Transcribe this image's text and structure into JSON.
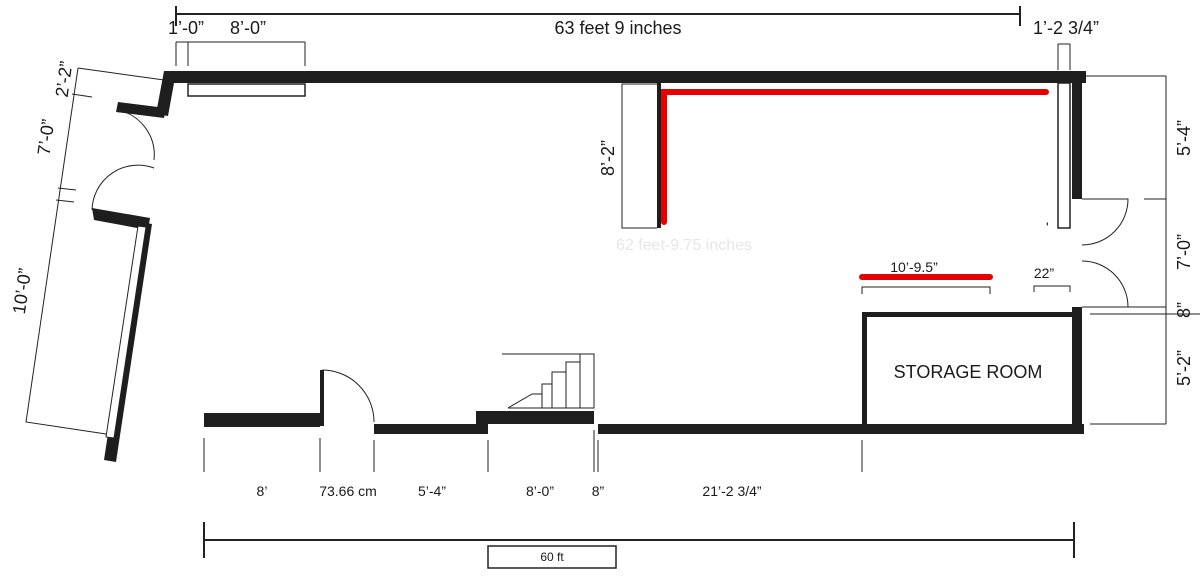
{
  "dimensions": {
    "overall_top": "63 feet 9 inches",
    "top_left_1": "1’-0”",
    "top_left_2": "8’-0”",
    "top_right": "1’-2 3/4”",
    "left_1": "2’-2”",
    "left_2": "7’-0”",
    "left_3": "10’-0”",
    "interior_wall": "8’-2”",
    "ghost_center": "62 feet-9.75 inches",
    "red_segment": "10’-9.5”",
    "door_width": "22”",
    "right_1": "5’-4”",
    "right_2": "7’-0”",
    "right_3": "8”",
    "right_4": "5’-2”",
    "bottom_1": "8’",
    "bottom_2": "73.66 cm",
    "bottom_3": "5’-4”",
    "bottom_4": "8’-0”",
    "bottom_5": "8”",
    "bottom_6": "21’-2 3/4”",
    "overall_bottom": "60 ft"
  },
  "rooms": {
    "storage": "STORAGE ROOM"
  },
  "colors": {
    "wall": "#1e1e1e",
    "highlight": "#e60000"
  }
}
